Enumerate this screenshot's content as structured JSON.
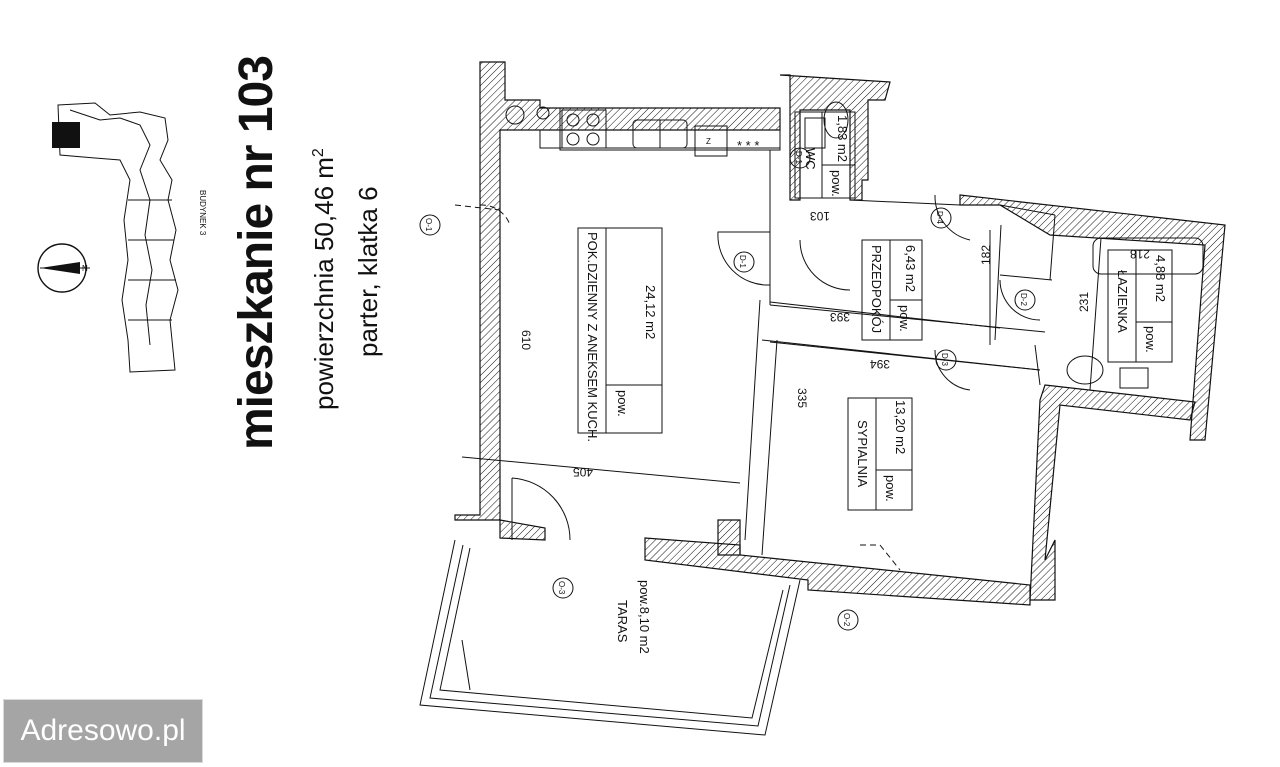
{
  "title": {
    "line1": "mieszkanie nr 103",
    "line2_prefix": "powierzchnia 50,46 m",
    "line2_sup": "2",
    "line3": "parter, klatka 6"
  },
  "building_label": "BUDYNEK 3",
  "rooms": [
    {
      "id": "living",
      "name": "POK.DZIENNY Z ANEKSEM KUCH.",
      "area_label": "pow.",
      "area": "24,12 m2"
    },
    {
      "id": "bedroom",
      "name": "SYPIALNIA",
      "area_label": "pow.",
      "area": "13,20 m2"
    },
    {
      "id": "hall",
      "name": "PRZEDPOKÓJ",
      "area_label": "pow.",
      "area": "6,43 m2"
    },
    {
      "id": "bath",
      "name": "ŁAZIENKA",
      "area_label": "pow.",
      "area": "4,88 m2"
    },
    {
      "id": "wc",
      "name": "WC",
      "area_label": "pow.",
      "area": "1,83 m2"
    }
  ],
  "terrace": {
    "name": "TARAS",
    "area": "pow.8,10 m2"
  },
  "dimensions": [
    "610",
    "405",
    "335",
    "393",
    "394",
    "103",
    "182",
    "231",
    "218"
  ],
  "door_tags": [
    "D-1",
    "D-1",
    "D-2",
    "D-3",
    "D-4",
    "O-1",
    "O-2",
    "O-3"
  ],
  "watermark": "Adresowo.pl"
}
